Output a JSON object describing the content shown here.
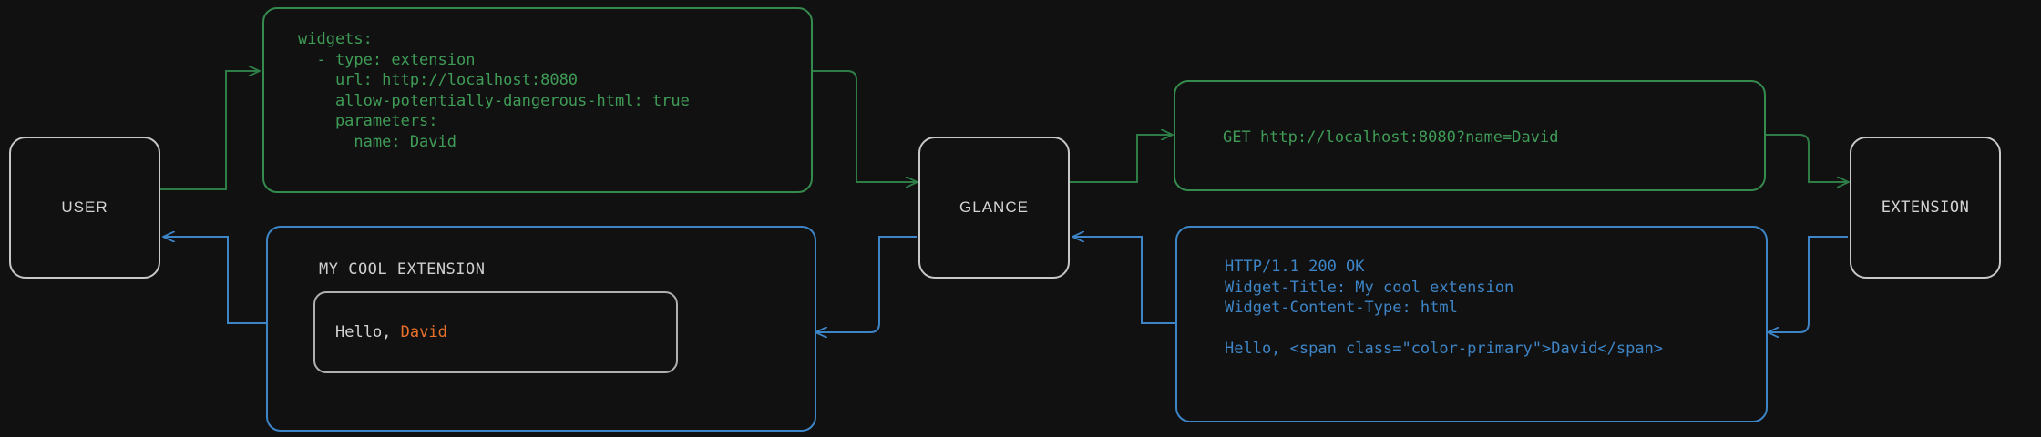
{
  "theme": {
    "background": "#111111",
    "node_border": "#c8c8c8",
    "node_text": "#d4d4d4",
    "request_green": "#3f9c57",
    "response_blue": "#3d85c6",
    "accent_orange": "#e8702a"
  },
  "nodes": {
    "user": {
      "label": "USER"
    },
    "glance": {
      "label": "GLANCE"
    },
    "extension": {
      "label": "EXTENSION"
    }
  },
  "messages": {
    "config_yaml": {
      "color": "#3f9c57",
      "text": "widgets:\n  - type: extension\n    url: http://localhost:8080\n    allow-potentially-dangerous-html: true\n    parameters:\n      name: David"
    },
    "http_request": {
      "color": "#3f9c57",
      "text": "GET http://localhost:8080?name=David"
    },
    "http_response": {
      "color": "#3d85c6",
      "text": "HTTP/1.1 200 OK\nWidget-Title: My cool extension\nWidget-Content-Type: html\n\nHello, <span class=\"color-primary\">David</span>"
    },
    "rendered_widget": {
      "color": "#3d85c6",
      "title": "MY COOL EXTENSION",
      "greeting_prefix": "Hello, ",
      "greeting_name": "David"
    }
  },
  "flows": [
    {
      "name": "user-to-config",
      "direction": "right",
      "color": "#3f9c57"
    },
    {
      "name": "config-to-glance",
      "direction": "right",
      "color": "#3f9c57"
    },
    {
      "name": "glance-to-request",
      "direction": "right",
      "color": "#3f9c57"
    },
    {
      "name": "request-to-extension",
      "direction": "right",
      "color": "#3f9c57"
    },
    {
      "name": "extension-to-response",
      "direction": "left",
      "color": "#3d85c6"
    },
    {
      "name": "response-to-glance",
      "direction": "left",
      "color": "#3d85c6"
    },
    {
      "name": "glance-to-widget",
      "direction": "left",
      "color": "#3d85c6"
    },
    {
      "name": "widget-to-user",
      "direction": "left",
      "color": "#3d85c6"
    }
  ]
}
